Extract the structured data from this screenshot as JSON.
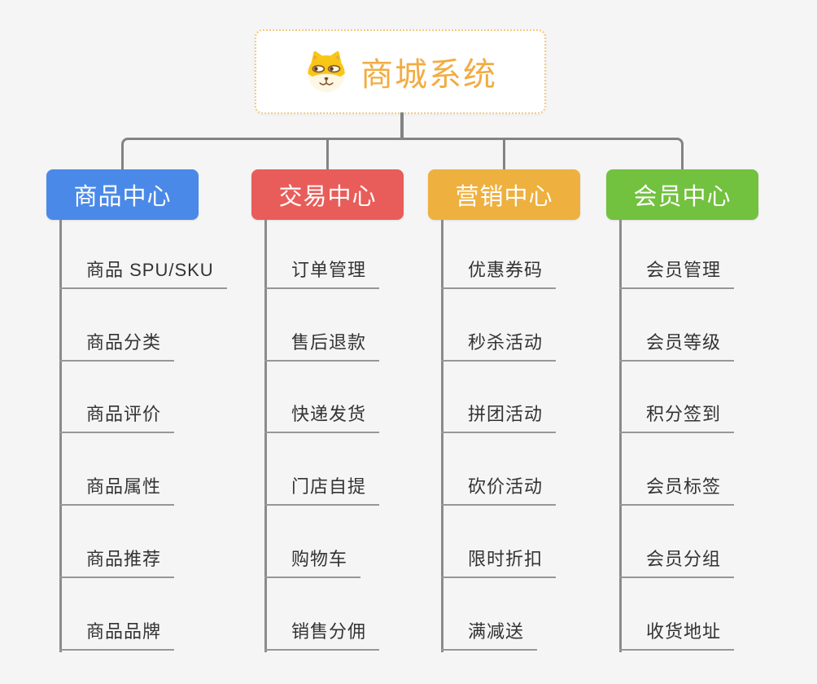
{
  "root": {
    "title": "商城系统",
    "icon": "shiba-dog-icon",
    "accent_color": "#F2AC42",
    "border_color": "#F5C87E"
  },
  "background_color": "#F5F5F5",
  "connector_color": "#838383",
  "underline_color": "#979797",
  "leaf_text_color": "#333333",
  "branches": [
    {
      "label": "商品中心",
      "color": "#4A89E8",
      "items": [
        "商品 SPU/SKU",
        "商品分类",
        "商品评价",
        "商品属性",
        "商品推荐",
        "商品品牌"
      ]
    },
    {
      "label": "交易中心",
      "color": "#E85D59",
      "items": [
        "订单管理",
        "售后退款",
        "快递发货",
        "门店自提",
        "购物车",
        "销售分佣"
      ]
    },
    {
      "label": "营销中心",
      "color": "#EEB03E",
      "items": [
        "优惠券码",
        "秒杀活动",
        "拼团活动",
        "砍价活动",
        "限时折扣",
        "满减送"
      ]
    },
    {
      "label": "会员中心",
      "color": "#72C13F",
      "items": [
        "会员管理",
        "会员等级",
        "积分签到",
        "会员标签",
        "会员分组",
        "收货地址"
      ]
    }
  ]
}
